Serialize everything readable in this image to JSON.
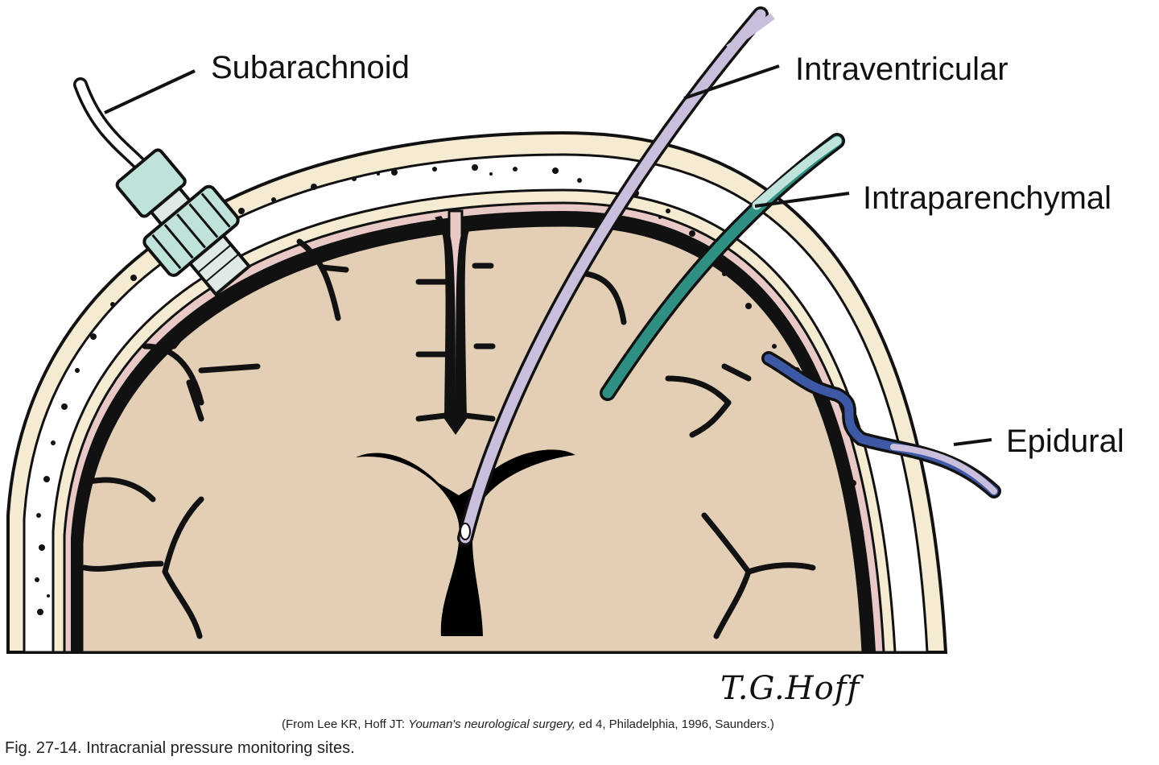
{
  "labels": {
    "subarachnoid": "Subarachnoid",
    "intraventricular": "Intraventricular",
    "intraparenchymal": "Intraparenchymal",
    "epidural": "Epidural"
  },
  "signature": "T.G.Hoff",
  "source": {
    "prefix": "(From Lee KR, Hoff JT: ",
    "title": "Youman's neurological surgery,",
    "suffix": " ed 4, Philadelphia, 1996, Saunders.)"
  },
  "caption": "Fig. 27-14. Intracranial pressure monitoring sites.",
  "colors": {
    "brain": "#e3cfb6",
    "skull": "#f5ead2",
    "dura": "#e9c9c6",
    "ventricle": "#000000",
    "intraventricular_catheter": "#c9bedc",
    "intraparenchymal_catheter": "#2e8f82",
    "epidural_catheter": "#3d58a4",
    "subarachnoid_bolt": "#bfe3da"
  }
}
